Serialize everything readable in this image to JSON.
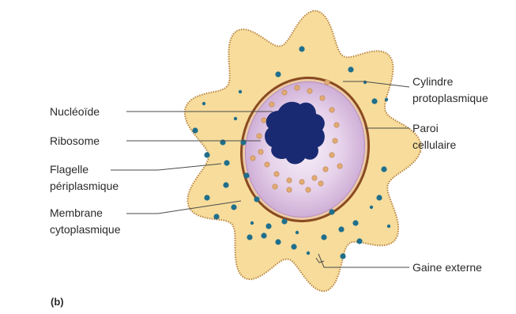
{
  "panel_label": "(b)",
  "labels": {
    "nucleoide": "Nucléoïde",
    "ribosome": "Ribosome",
    "flagelle": [
      "Flagelle",
      "périplasmique"
    ],
    "membrane": [
      "Membrane",
      "cytoplasmique"
    ],
    "cylindre": [
      "Cylindre",
      "protoplasmique"
    ],
    "paroi": [
      "Paroi",
      "cellulaire"
    ],
    "gaine": "Gaine externe"
  },
  "colors": {
    "outer_sheath_fill": "#f7dc9c",
    "outer_sheath_edge": "#b9863f",
    "cell_wall": "#8a4a1f",
    "protoplasm_fill": "#dcc3e0",
    "nucleoid": "#1a2a72",
    "ribosome": "#e0ab74",
    "flagella_granule": "#1f6f8c"
  }
}
